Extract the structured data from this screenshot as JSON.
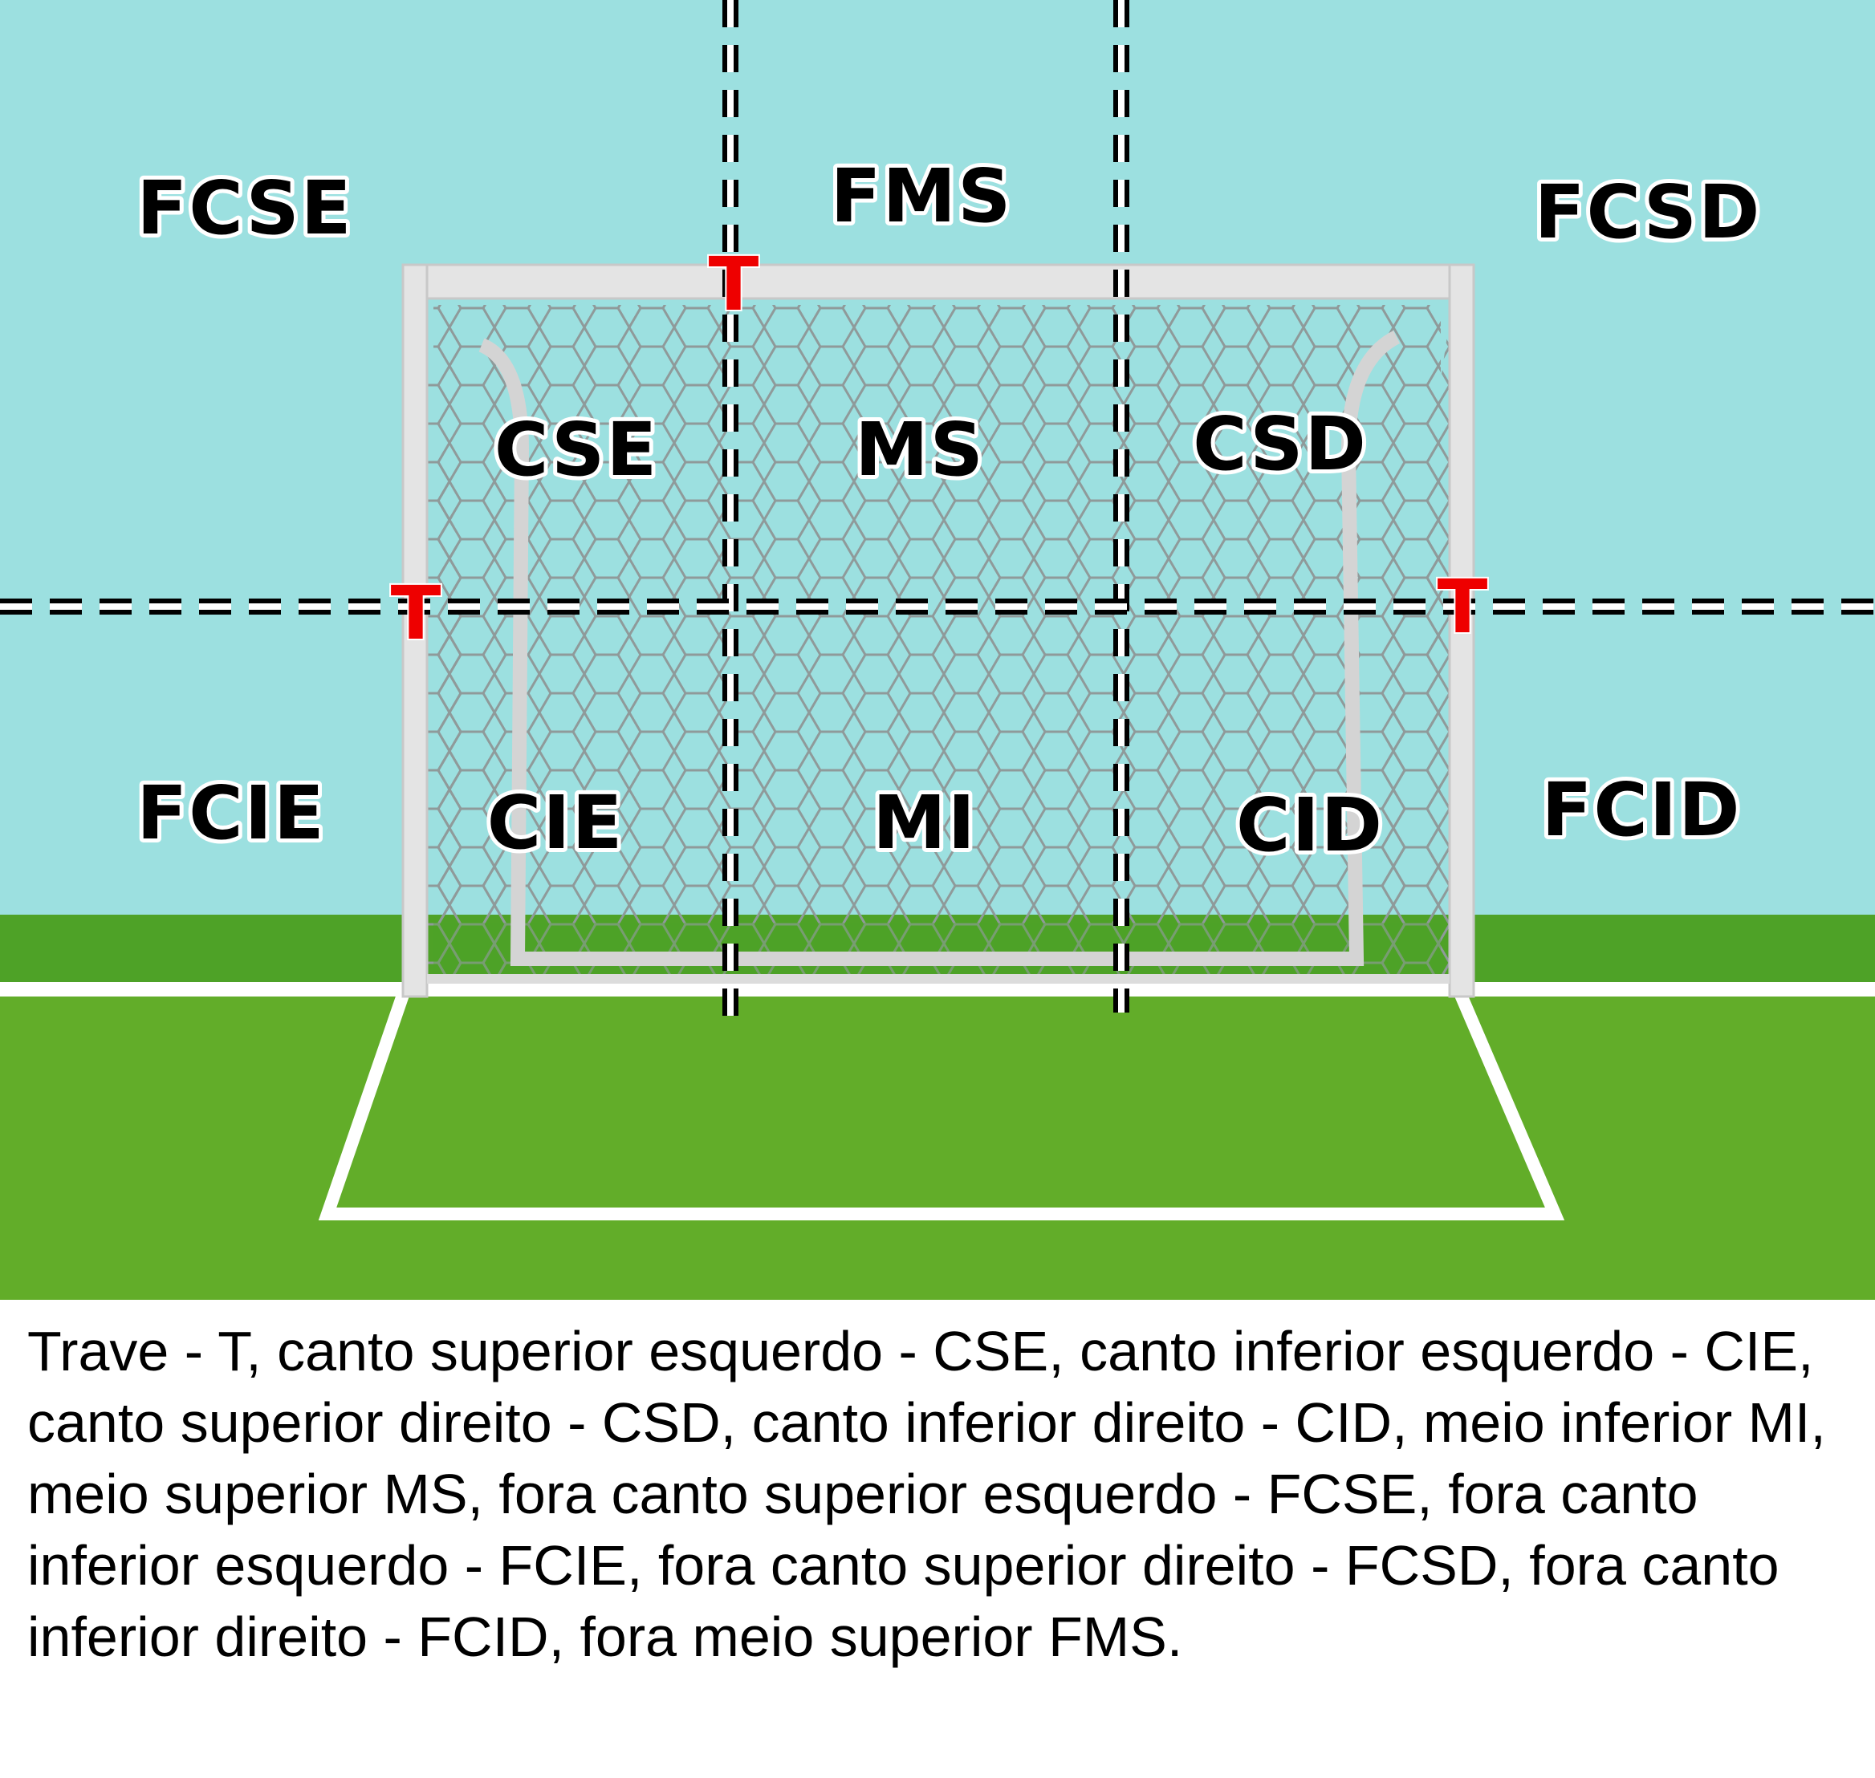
{
  "diagram": {
    "post_marker": "T",
    "zones": {
      "fcse": "FCSE",
      "fms": "FMS",
      "fcsd": "FCSD",
      "cse": "CSE",
      "ms": "MS",
      "csd": "CSD",
      "fcie": "FCIE",
      "cie": "CIE",
      "mi": "MI",
      "cid": "CID",
      "fcid": "FCID"
    },
    "colors": {
      "sky": "#9ce0e0",
      "grass_dark": "#4ea227",
      "grass": "#62ad29",
      "field_line": "#ffffff",
      "goal_frame": "#e4e4e4",
      "net": "#8f9a9a",
      "post_marker": "#ee0000",
      "zone_divider": "#ffffff"
    }
  },
  "caption": "Trave - T, canto superior esquerdo - CSE, canto inferior esquerdo - CIE, canto superior direito - CSD, canto inferior direito - CID, meio inferior MI, meio superior MS, fora canto superior esquerdo - FCSE, fora canto inferior esquerdo - FCIE, fora canto superior direito - FCSD, fora canto inferior direito - FCID, fora meio superior FMS."
}
